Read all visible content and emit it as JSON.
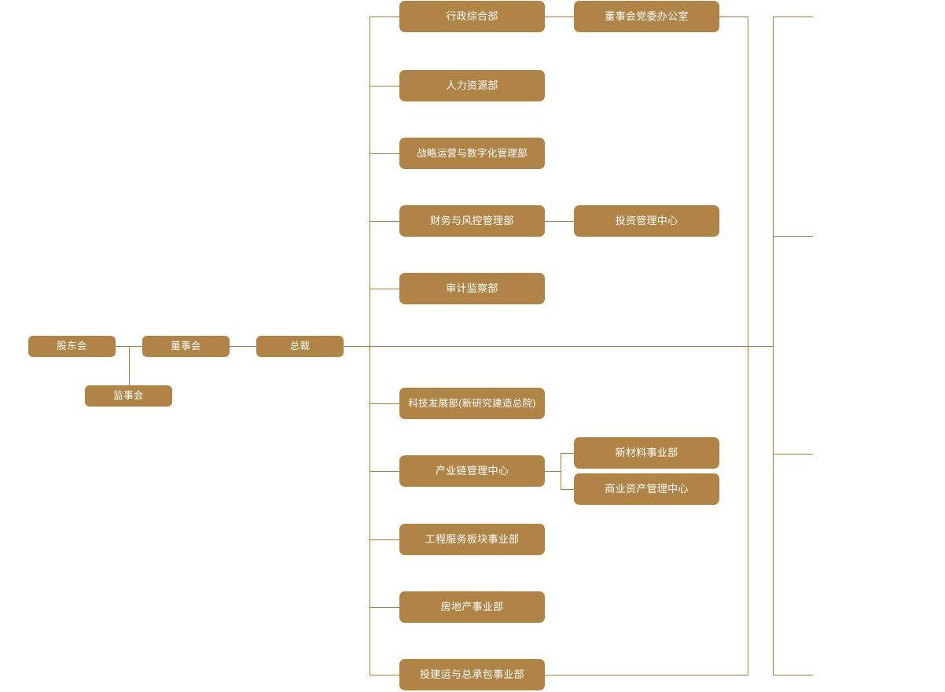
{
  "theme": {
    "node_fill": "#b08446",
    "node_text": "#ffffff",
    "connector": "#a77c3e",
    "background": "#ffffff"
  },
  "chart_data": {
    "type": "diagram",
    "subtype": "organization-chart",
    "title": "",
    "orientation": "left-to-right",
    "nodes": [
      {
        "id": "shareholders",
        "label": "股东会",
        "level": 0
      },
      {
        "id": "board",
        "label": "董事会",
        "level": 1
      },
      {
        "id": "supervisors",
        "label": "监事会",
        "level": 1
      },
      {
        "id": "president",
        "label": "总裁",
        "level": 2
      },
      {
        "id": "admin",
        "label": "行政综合部",
        "level": 3
      },
      {
        "id": "board-party-office",
        "label": "董事会党委办公室",
        "level": 4
      },
      {
        "id": "hr",
        "label": "人力资源部",
        "level": 3
      },
      {
        "id": "strategy",
        "label": "战略运营与数字化管理部",
        "level": 3
      },
      {
        "id": "finance",
        "label": "财务与风控管理部",
        "level": 3
      },
      {
        "id": "investment",
        "label": "投资管理中心",
        "level": 4
      },
      {
        "id": "audit",
        "label": "审计监察部",
        "level": 3
      },
      {
        "id": "tech",
        "label": "科技发展部(新研究建造总院)",
        "level": 3
      },
      {
        "id": "industry-chain",
        "label": "产业链管理中心",
        "level": 3
      },
      {
        "id": "new-materials",
        "label": "新材料事业部",
        "level": 4
      },
      {
        "id": "commercial-assets",
        "label": "商业资产管理中心",
        "level": 4
      },
      {
        "id": "engineering",
        "label": "工程服务板块事业部",
        "level": 3
      },
      {
        "id": "real-estate",
        "label": "房地产事业部",
        "level": 3
      },
      {
        "id": "investment-build",
        "label": "投建运与总承包事业部",
        "level": 3
      }
    ],
    "edges": [
      {
        "from": "shareholders",
        "to": "board"
      },
      {
        "from": "shareholders",
        "to": "supervisors"
      },
      {
        "from": "board",
        "to": "president"
      },
      {
        "from": "president",
        "to": "admin"
      },
      {
        "from": "president",
        "to": "hr"
      },
      {
        "from": "president",
        "to": "strategy"
      },
      {
        "from": "president",
        "to": "finance"
      },
      {
        "from": "president",
        "to": "audit"
      },
      {
        "from": "president",
        "to": "tech"
      },
      {
        "from": "president",
        "to": "industry-chain"
      },
      {
        "from": "president",
        "to": "engineering"
      },
      {
        "from": "president",
        "to": "real-estate"
      },
      {
        "from": "president",
        "to": "investment-build"
      },
      {
        "from": "admin",
        "to": "board-party-office"
      },
      {
        "from": "finance",
        "to": "investment"
      },
      {
        "from": "industry-chain",
        "to": "new-materials"
      },
      {
        "from": "industry-chain",
        "to": "commercial-assets"
      }
    ]
  },
  "nodes": {
    "shareholders": {
      "label": "股东会"
    },
    "board": {
      "label": "董事会"
    },
    "supervisors": {
      "label": "监事会"
    },
    "president": {
      "label": "总裁"
    },
    "admin": {
      "label": "行政综合部"
    },
    "board_party_office": {
      "label": "董事会党委办公室"
    },
    "hr": {
      "label": "人力资源部"
    },
    "strategy": {
      "label": "战略运营与数字化管理部"
    },
    "finance": {
      "label": "财务与风控管理部"
    },
    "investment": {
      "label": "投资管理中心"
    },
    "audit": {
      "label": "审计监察部"
    },
    "tech": {
      "label": "科技发展部(新研究建造总院)"
    },
    "industry_chain": {
      "label": "产业链管理中心"
    },
    "new_materials": {
      "label": "新材料事业部"
    },
    "commercial_assets": {
      "label": "商业资产管理中心"
    },
    "engineering": {
      "label": "工程服务板块事业部"
    },
    "real_estate": {
      "label": "房地产事业部"
    },
    "investment_build": {
      "label": "投建运与总承包事业部"
    }
  }
}
